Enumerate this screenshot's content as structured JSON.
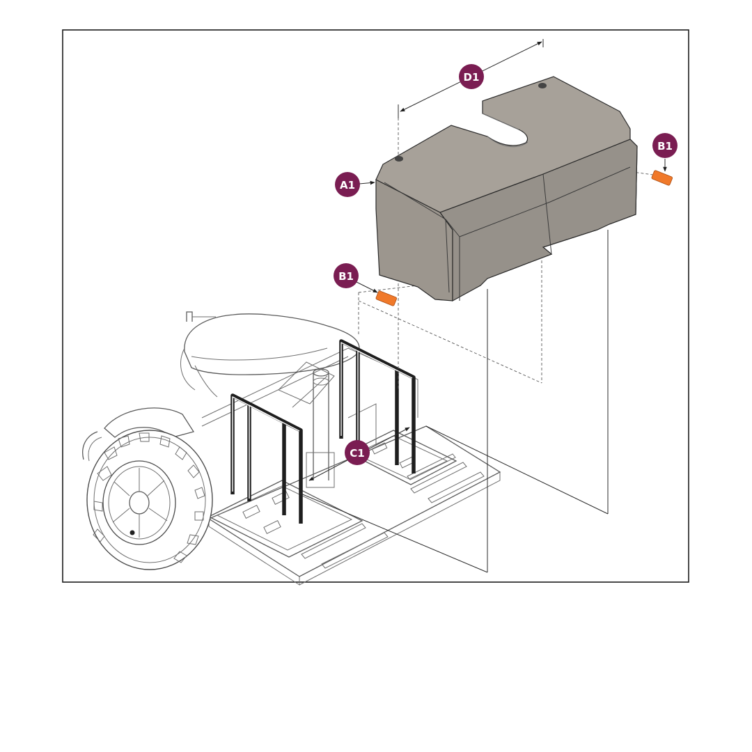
{
  "colors": {
    "callout_fill": "#7a1d52",
    "callout_text": "#ffffff",
    "cover_fill": "#9b958d",
    "cover_top": "#a39d95",
    "reflector": "#f0792a",
    "frame": "#1a1a1a"
  },
  "callouts": {
    "a1": "A1",
    "b1_right": "B1",
    "b1_left": "B1",
    "c1": "C1",
    "d1": "D1"
  }
}
